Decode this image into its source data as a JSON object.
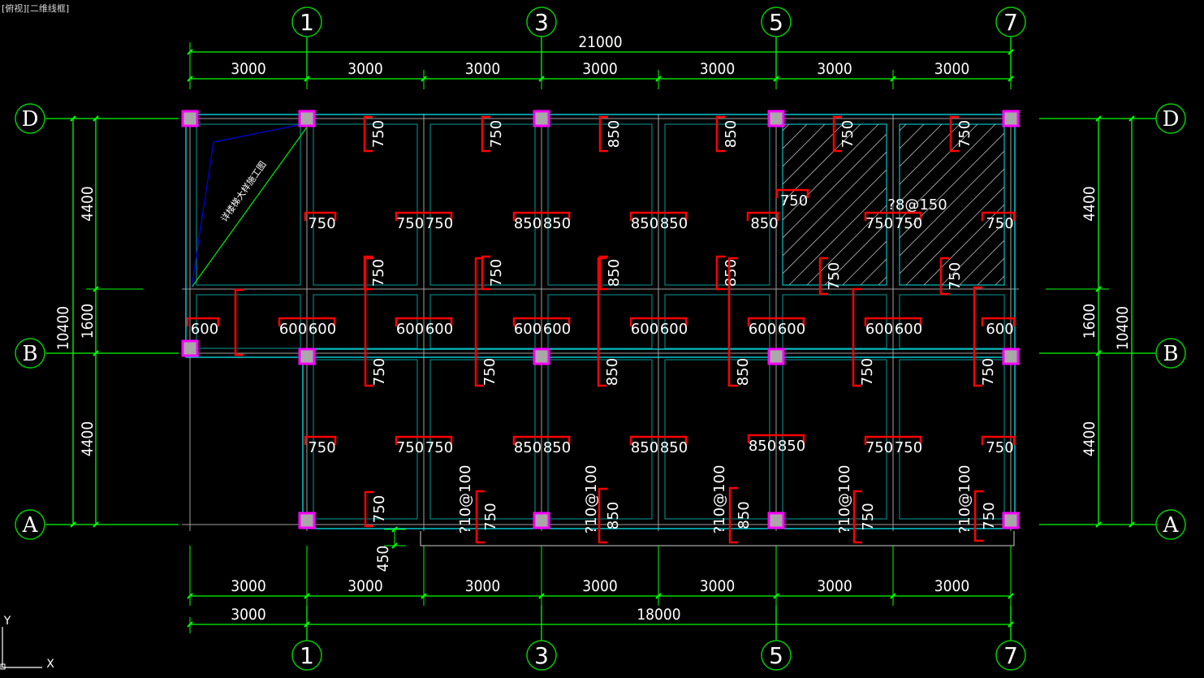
{
  "viewport": {
    "label": "[俯视][二维线框]"
  },
  "colors": {
    "background": "#000000",
    "grid_axis": "#00ff00",
    "axis_bubble": "#00cc00",
    "beam_cyan": "#00e5ee",
    "beam_inner": "#009c9c",
    "gridline_gray": "#a0a0a0",
    "column_fill": "#a8a8a8",
    "column_border": "#ff00ff",
    "rebar_red": "#ff0000",
    "stair_blue": "#0000dd",
    "hatch": "#b0b0b0",
    "text": "#ffffff"
  },
  "axes": {
    "vertical": [
      "1",
      "3",
      "5",
      "7"
    ],
    "horizontal": [
      "D",
      "B",
      "A"
    ]
  },
  "dimensions": {
    "top_total": "21000",
    "top_segments": [
      "3000",
      "3000",
      "3000",
      "3000",
      "3000",
      "3000",
      "3000"
    ],
    "bottom_segments": [
      "3000",
      "3000",
      "3000",
      "3000",
      "3000",
      "3000",
      "3000"
    ],
    "bottom_totals": [
      "3000",
      "18000"
    ],
    "left_segments": [
      "4400",
      "1600",
      "4400"
    ],
    "left_total": "10400",
    "right_segments": [
      "4400",
      "1600",
      "4400"
    ],
    "right_total": "10400",
    "offset_dim": "450"
  },
  "annotations": {
    "stair_note": "详楼梯大样施工图",
    "slab_rebar": "?8@150",
    "edge_rebar": [
      "?10@100",
      "?10@100",
      "?10@100",
      "?10@100",
      "?10@100"
    ]
  },
  "rebar_marks": {
    "row_d_top": [
      "750",
      "750",
      "850",
      "850",
      "750",
      "750"
    ],
    "row_d_mid": [
      "750",
      "750",
      "750",
      "850",
      "850",
      "850",
      "850",
      "850",
      "750",
      "750",
      "750",
      "750"
    ],
    "stair_mark": "750",
    "row_d_low": [
      "750",
      "750",
      "850",
      "850",
      "750",
      "750"
    ],
    "row_b_top": [
      "600",
      "600",
      "600",
      "600",
      "600",
      "600",
      "600",
      "600",
      "600",
      "600",
      "600",
      "600"
    ],
    "row_b_low": [
      "750",
      "750",
      "850",
      "850",
      "750",
      "750"
    ],
    "row_a_mid": [
      "750",
      "750",
      "750",
      "850",
      "850",
      "850",
      "850",
      "850",
      "850",
      "750",
      "750",
      "750"
    ],
    "row_a_low": [
      "750",
      "750",
      "850",
      "850",
      "750",
      "750"
    ]
  },
  "ucs": {
    "x": "X",
    "y": "Y"
  }
}
